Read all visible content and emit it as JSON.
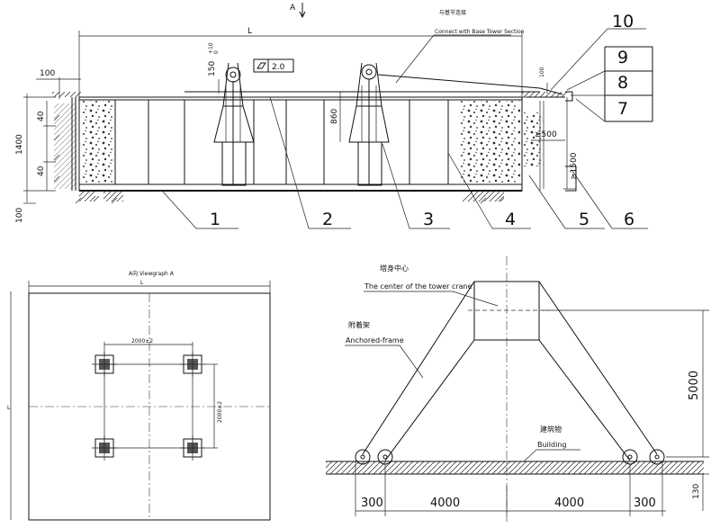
{
  "top_view": {
    "view_mark": "A",
    "dim_L": "L",
    "connect_label_cn": "与基节连接",
    "connect_label_en": "Connect with Base Tower Section",
    "dim_150": "150",
    "tol_upper": "+10",
    "tol_lower": "0",
    "flatness_value": "2.0",
    "dim_100_left": "100",
    "dim_100_right": "100",
    "dim_40_top": "40",
    "dim_40_bottom": "40",
    "dim_1400": "1400",
    "dim_100_bottom": "100",
    "dim_860": "860",
    "dim_500": "≥500",
    "dim_1500": "≥1500",
    "callouts": [
      "1",
      "2",
      "3",
      "4",
      "5",
      "6",
      "7",
      "8",
      "9",
      "10"
    ]
  },
  "view_a": {
    "title": "A向 Viewgraph A",
    "dim_L_top": "L",
    "dim_L_side": "L",
    "dim_horizontal": "2000±2",
    "dim_vertical": "2000±2"
  },
  "anchor_view": {
    "center_cn": "塔身中心",
    "center_en": "The center of the tower crane",
    "frame_cn": "附着架",
    "frame_en": "Anchored-frame",
    "building_cn": "建筑物",
    "building_en": "Building",
    "dim_5000": "5000",
    "dim_130": "130",
    "bottom_dims": [
      "300",
      "4000",
      "4000",
      "300"
    ]
  }
}
